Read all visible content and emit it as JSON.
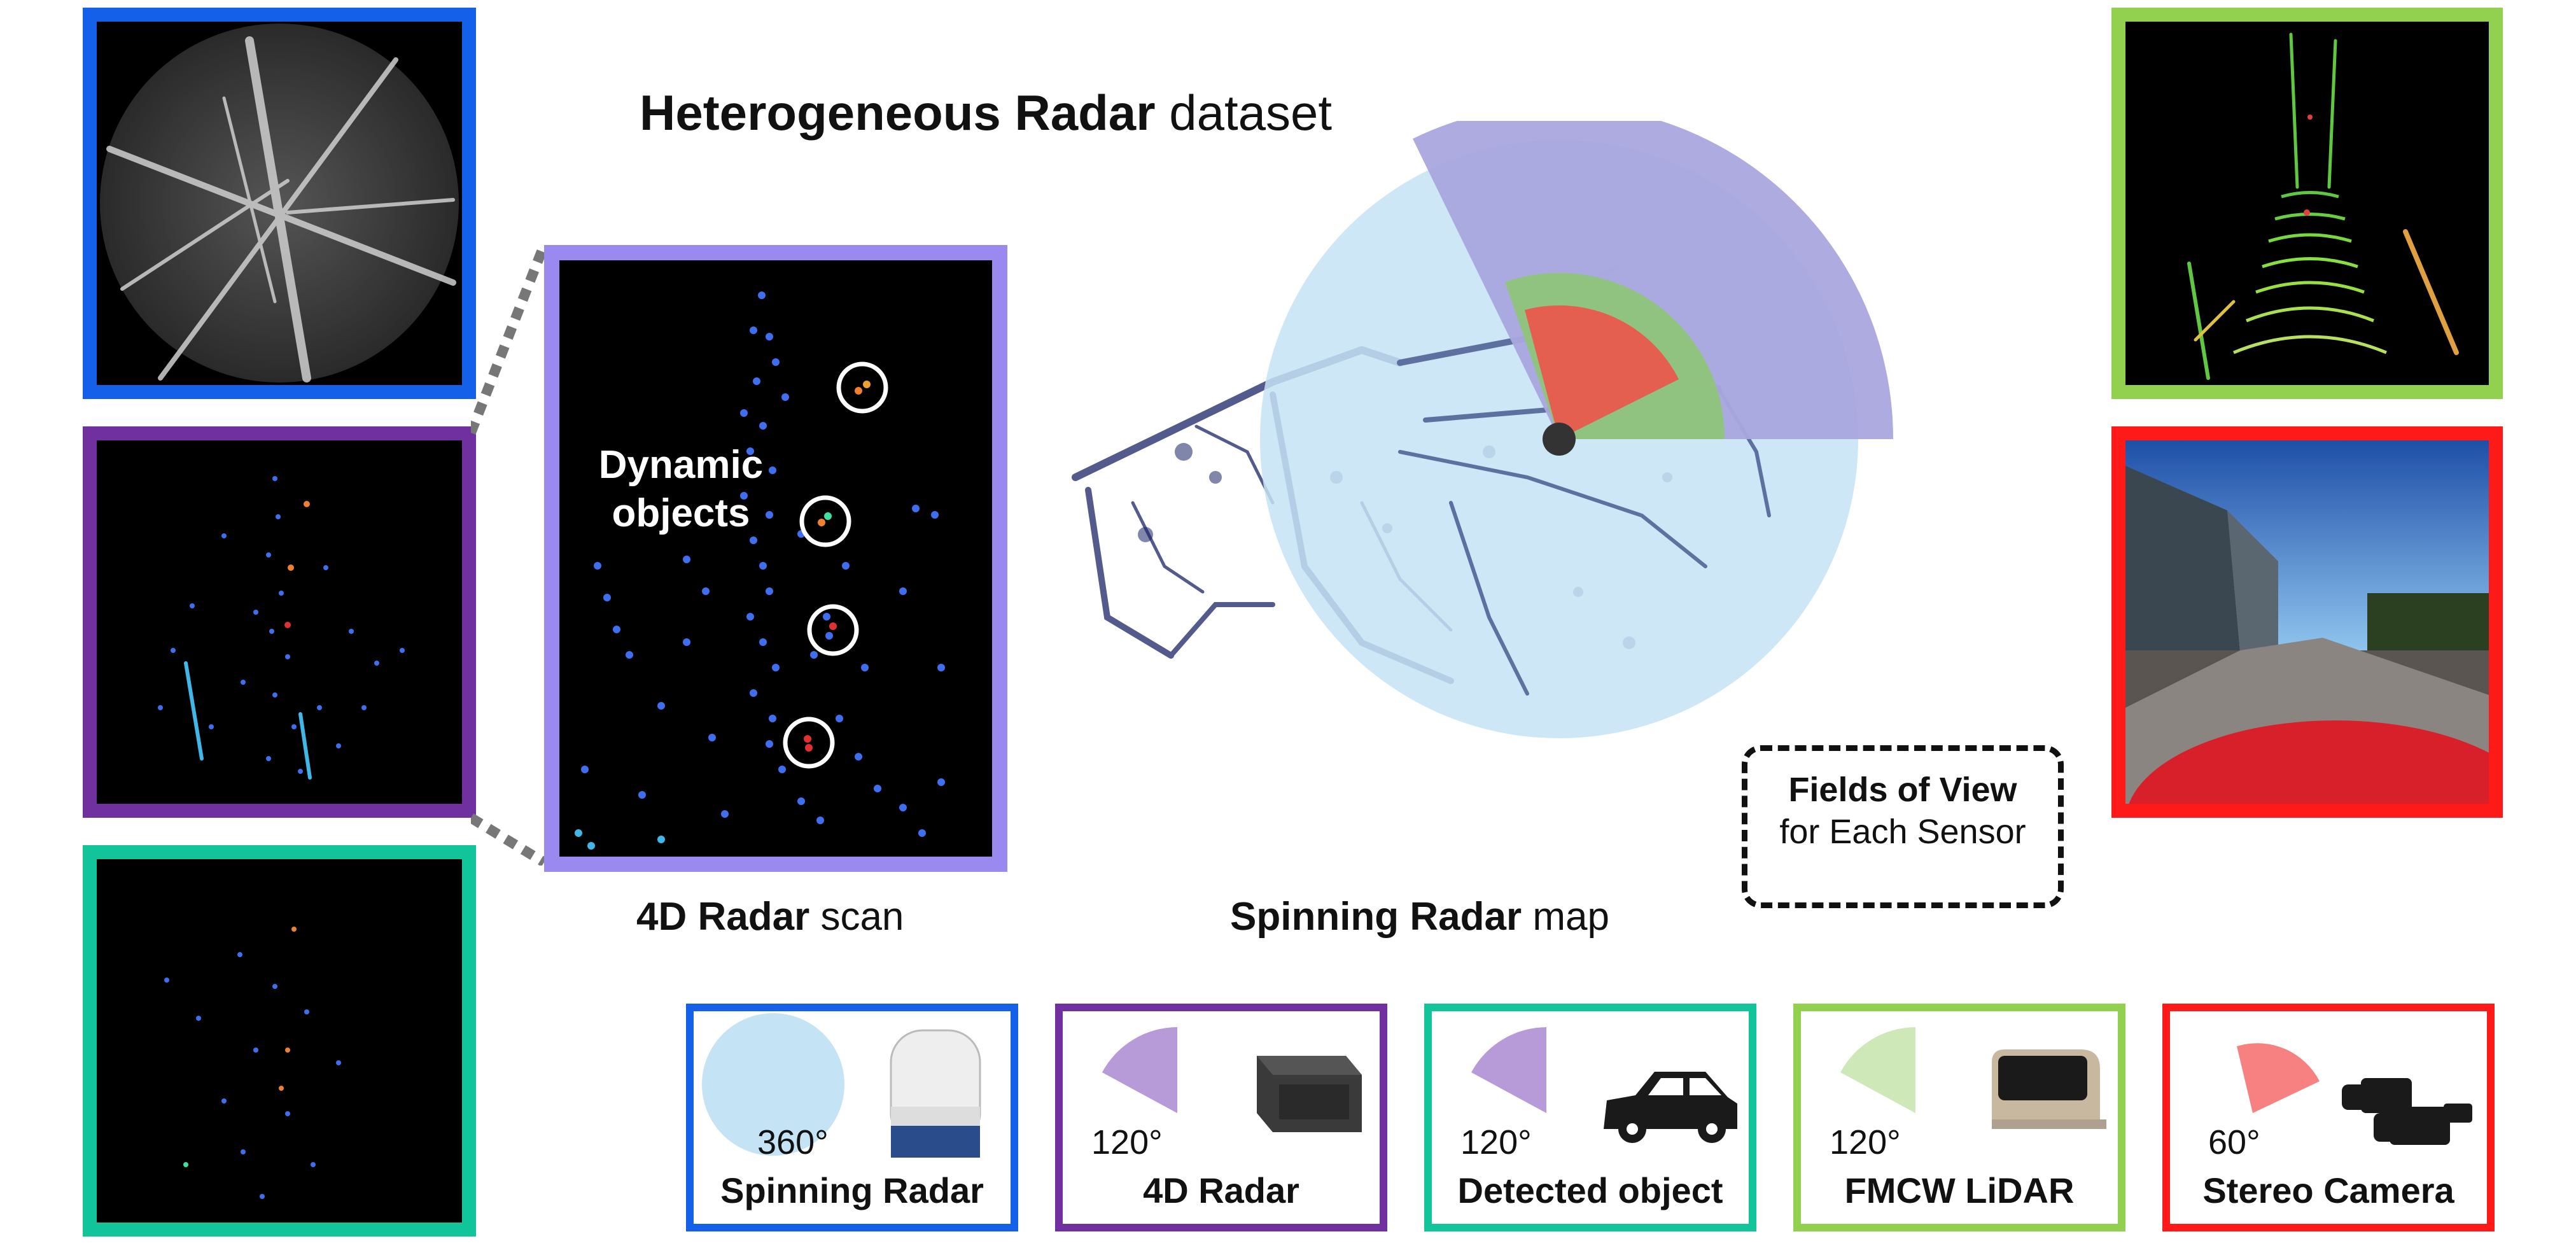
{
  "title": {
    "bold": "Heterogeneous Radar",
    "rest": "dataset"
  },
  "captions": {
    "scan": {
      "bold": "4D Radar",
      "rest": "scan"
    },
    "map": {
      "bold": "Spinning Radar",
      "rest": "map"
    }
  },
  "annotations": {
    "dynamic_line1": "Dynamic",
    "dynamic_line2": "objects",
    "fov_line1": "Fields of View",
    "fov_line2": "for Each Sensor"
  },
  "sensors": [
    {
      "label": "Spinning Radar",
      "angle": "360°",
      "color": "#1560e8",
      "fov_color": "#c4e3f4",
      "icon": "spinning-radar-device-icon"
    },
    {
      "label": "4D Radar",
      "angle": "120°",
      "color": "#7030a0",
      "fov_color": "#b79bd8",
      "icon": "4d-radar-device-icon"
    },
    {
      "label": "Detected object",
      "angle": "120°",
      "color": "#12c49a",
      "fov_color": "#b79bd8",
      "icon": "car-icon"
    },
    {
      "label": "FMCW LiDAR",
      "angle": "120°",
      "color": "#92d050",
      "fov_color": "#cfe8b7",
      "icon": "lidar-device-icon"
    },
    {
      "label": "Stereo Camera",
      "angle": "60°",
      "color": "#ff1a1a",
      "fov_color": "#f78080",
      "icon": "stereo-camera-icon"
    }
  ],
  "colors": {
    "spinning_radar": "#1560e8",
    "radar_4d": "#7030a0",
    "radar_4d_zoom": "#9a8af0",
    "detected_object": "#12c49a",
    "lidar": "#92d050",
    "camera": "#ff1a1a",
    "fov_spinning": "#c4e3f4",
    "fov_4d": "#a9a6de",
    "fov_lidar": "#8fc47a",
    "fov_camera": "#ea5a4e",
    "map_points": "#1a2466"
  }
}
